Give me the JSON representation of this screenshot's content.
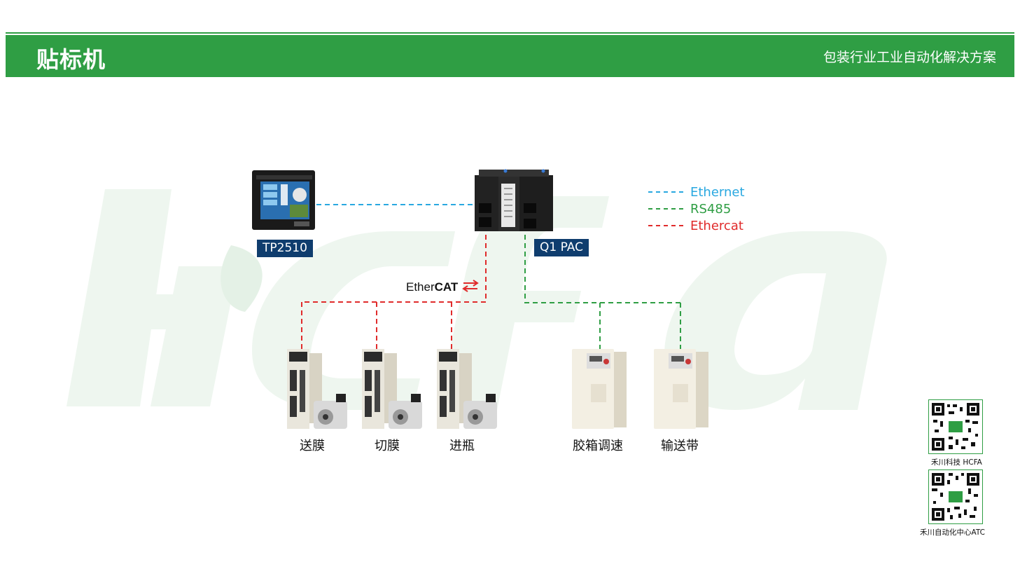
{
  "header": {
    "title": "贴标机",
    "subtitle": "包装行业工业自动化解决方案"
  },
  "devices": {
    "hmi": "TP2510",
    "pac": "Q1 PAC"
  },
  "network": {
    "ethercat_logo_light": "Ether",
    "ethercat_logo_bold": "CAT"
  },
  "legend": [
    {
      "label": "Ethernet",
      "color": "#29a8e0"
    },
    {
      "label": "RS485",
      "color": "#2f9e44"
    },
    {
      "label": "Ethercat",
      "color": "#e02b2b"
    }
  ],
  "servo_labels": [
    "送膜",
    "切膜",
    "进瓶"
  ],
  "inverter_labels": [
    "胶箱调速",
    "输送带"
  ],
  "qr_codes": [
    {
      "caption": "禾川科技 HCFA"
    },
    {
      "caption": "禾川自动化中心ATC"
    }
  ],
  "colors": {
    "brand_green": "#2f9e44",
    "tag_blue": "#0f3d6e"
  }
}
